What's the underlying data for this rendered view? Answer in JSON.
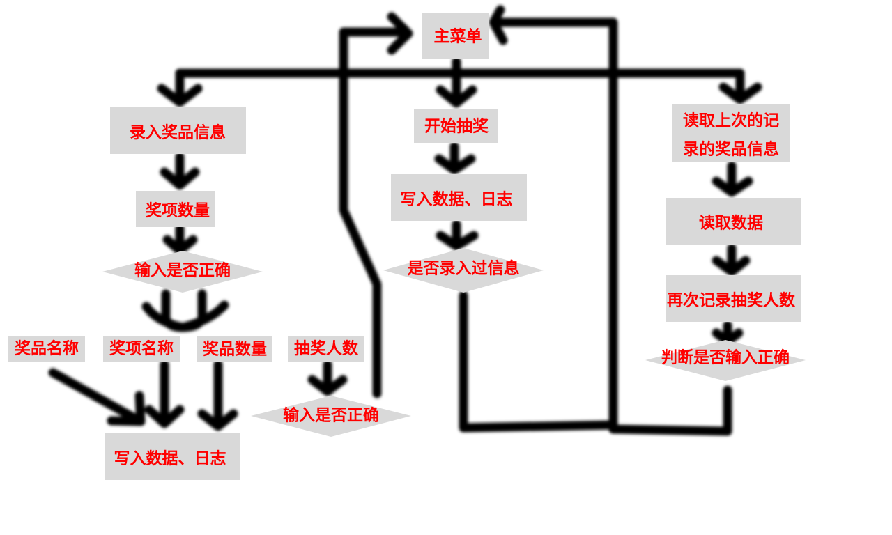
{
  "nodes": {
    "main_menu": "主菜单",
    "enter_prize_info": "录入奖品信息",
    "prize_item_count": "奖项数量",
    "check_input_1": "输入是否正确",
    "prize_name": "奖品名称",
    "item_name": "奖项名称",
    "prize_quantity": "奖品数量",
    "write_data_log_1": "写入数据、日志",
    "draw_people_count": "抽奖人数",
    "check_input_2": "输入是否正确",
    "start_draw": "开始抽奖",
    "write_data_log_2": "写入数据、日志",
    "info_entered_check": "是否录入过信息",
    "read_last_line1": "读取上次的记",
    "read_last_line2": "录的奖品信息",
    "read_data": "读取数据",
    "record_draw_count_again": "再次记录抽奖人数",
    "judge_input_correct": "判断是否输入正确"
  },
  "colors": {
    "label_text": "#ff0000",
    "node_fill": "#d9d9d9",
    "connector": "#050505"
  }
}
